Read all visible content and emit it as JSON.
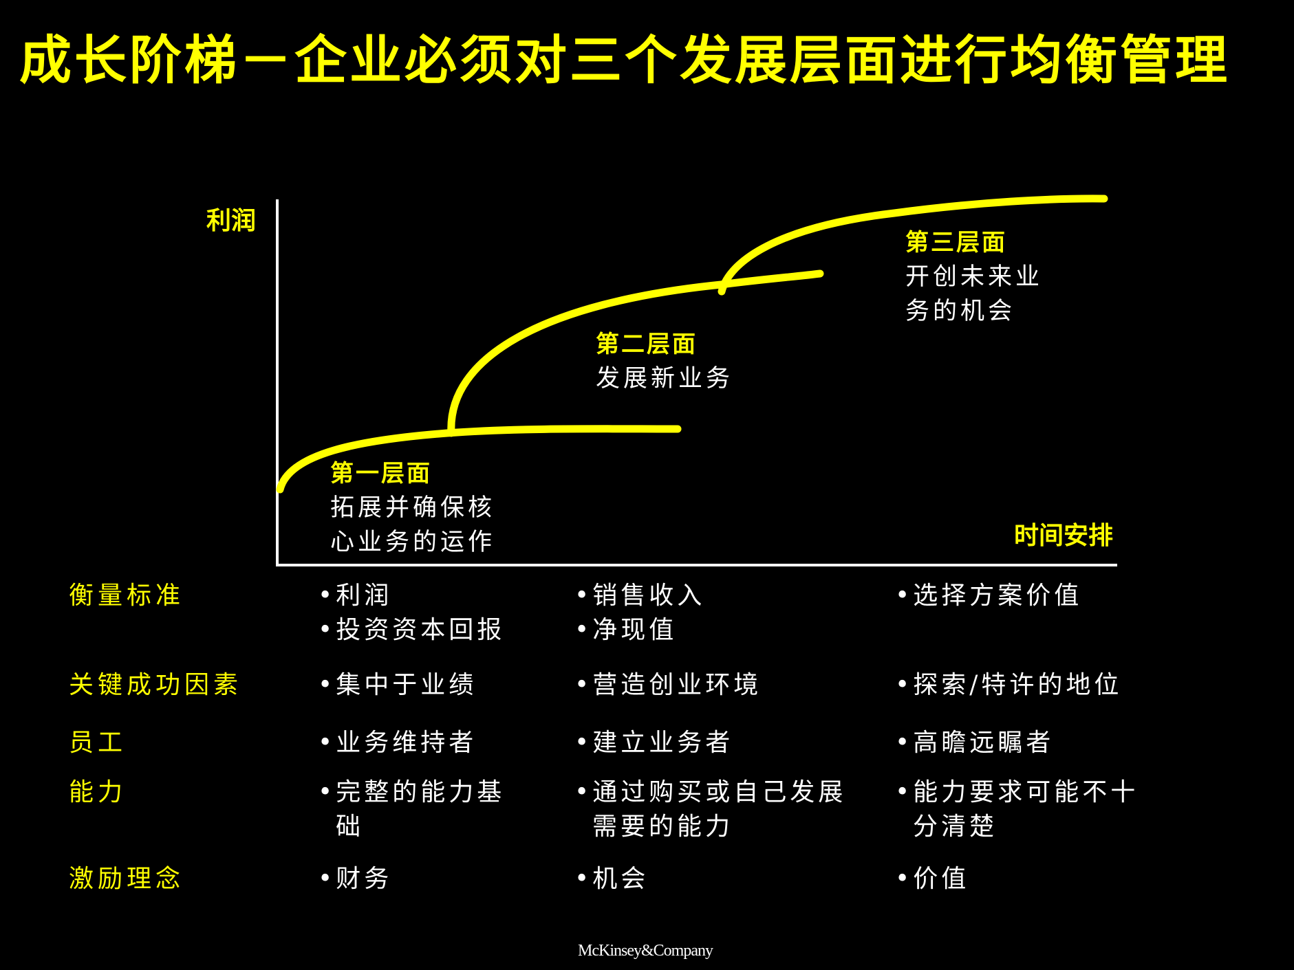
{
  "title": "成长阶梯－企业必须对三个发展层面进行均衡管理",
  "chart_data": {
    "type": "line",
    "title": "成长阶梯",
    "ylabel": "利润",
    "xlabel": "时间安排",
    "grid": false,
    "series": [
      {
        "name": "第一层面",
        "description": "拓展并确保核心业务的运作",
        "shape": "concave curve starting at origin, flattening",
        "points": [
          [
            0,
            0.2
          ],
          [
            0.2,
            0.35
          ],
          [
            0.48,
            0.37
          ]
        ]
      },
      {
        "name": "第二层面",
        "description": "发展新业务",
        "shape": "concave curve branching from layer 1",
        "points": [
          [
            0.17,
            0.35
          ],
          [
            0.53,
            0.75
          ],
          [
            0.65,
            0.78
          ]
        ]
      },
      {
        "name": "第三层面",
        "description": "开创未来业务的机会",
        "shape": "concave curve branching from layer 2",
        "points": [
          [
            0.53,
            0.74
          ],
          [
            0.8,
            0.92
          ],
          [
            0.98,
            0.97
          ]
        ]
      }
    ]
  },
  "axes": {
    "y_label": "利润",
    "x_label": "时间安排"
  },
  "layers": [
    {
      "name": "第一层面",
      "desc_lines": [
        "拓展并确保核",
        "心业务的运作"
      ]
    },
    {
      "name": "第二层面",
      "desc_lines": [
        "发展新业务"
      ]
    },
    {
      "name": "第三层面",
      "desc_lines": [
        "开创未来业",
        "务的机会"
      ]
    }
  ],
  "colors": {
    "background": "#000000",
    "accent": "#FFFF00",
    "text": "#FFFFFF"
  },
  "table": {
    "rows": [
      {
        "label": "衡量标准",
        "cols": [
          [
            "•利润",
            "•投资资本回报"
          ],
          [
            "•销售收入",
            "•净现值"
          ],
          [
            "•选择方案价值"
          ]
        ]
      },
      {
        "label": "关键成功因素",
        "cols": [
          [
            "•集中于业绩"
          ],
          [
            "•营造创业环境"
          ],
          [
            "•探索/特许的地位"
          ]
        ]
      },
      {
        "label": "员工",
        "cols": [
          [
            "•业务维持者"
          ],
          [
            "•建立业务者"
          ],
          [
            "•高瞻远瞩者"
          ]
        ]
      },
      {
        "label": "能力",
        "cols": [
          [
            "•完整的能力基",
            "础"
          ],
          [
            "•通过购买或自己发展",
            "需要的能力"
          ],
          [
            "•能力要求可能不十",
            "分清楚"
          ]
        ]
      },
      {
        "label": "激励理念",
        "cols": [
          [
            "•财务"
          ],
          [
            "•机会"
          ],
          [
            "•价值"
          ]
        ]
      }
    ]
  },
  "footer": "McKinsey&Company"
}
